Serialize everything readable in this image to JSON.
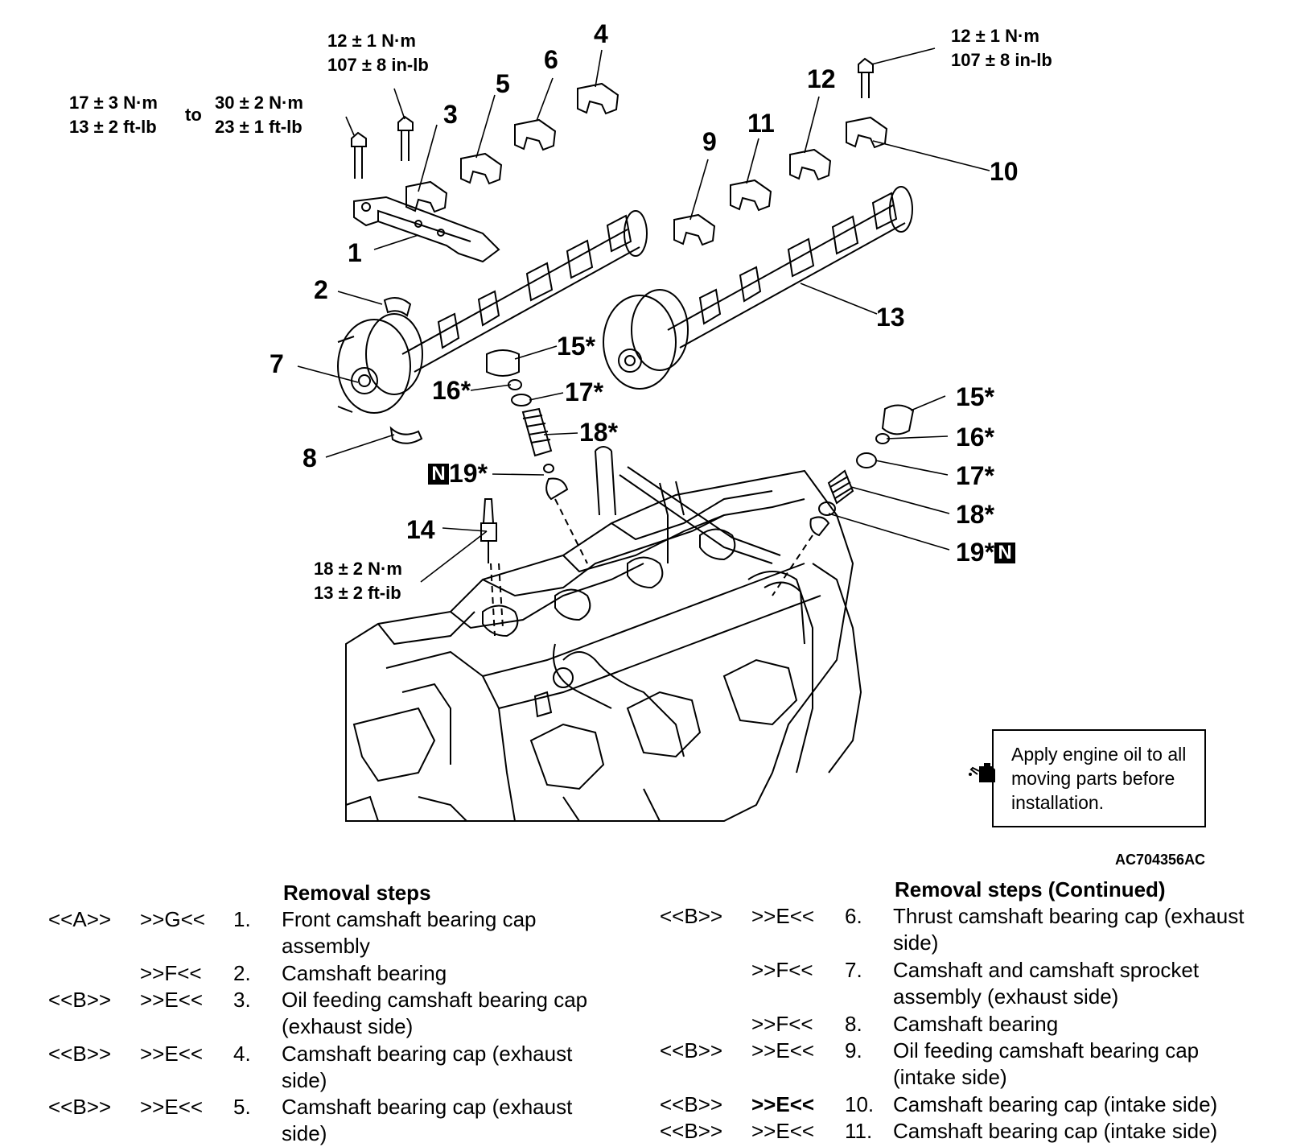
{
  "callouts": {
    "c1": "1",
    "c2": "2",
    "c3": "3",
    "c4": "4",
    "c5": "5",
    "c6": "6",
    "c7": "7",
    "c8": "8",
    "c9": "9",
    "c10": "10",
    "c11": "11",
    "c12": "12",
    "c13": "13",
    "c14": "14",
    "c15a": "15*",
    "c16a": "16*",
    "c17a": "17*",
    "c18a": "18*",
    "c19a": "19*",
    "c15b": "15*",
    "c16b": "16*",
    "c17b": "17*",
    "c18b": "18*",
    "c19b": "19*",
    "new_part_mark": "N"
  },
  "torque": {
    "front_cap_initial": [
      "17 ± 3 N·m",
      "13 ± 2 ft-lb"
    ],
    "to": "to",
    "front_cap_final": [
      "30 ± 2 N·m",
      "23 ± 1 ft-lb"
    ],
    "cap_bolt_exhaust": [
      "12 ± 1 N·m",
      "107 ± 8 in-lb"
    ],
    "cap_bolt_intake": [
      "12 ± 1 N·m",
      "107 ± 8 in-lb"
    ],
    "spark_plug": [
      "18 ± 2 N·m",
      "13 ± 2 ft-ib"
    ]
  },
  "oil_note": {
    "icon": "oil-can-icon",
    "text": "Apply engine oil to all moving parts before installation."
  },
  "figure_code": "AC704356AC",
  "steps_left": {
    "title": "Removal steps",
    "rows": [
      {
        "a": "<<A>>",
        "b": ">>G<<",
        "n": "1.",
        "t": "Front camshaft bearing cap assembly"
      },
      {
        "a": "",
        "b": ">>F<<",
        "n": "2.",
        "t": "Camshaft bearing"
      },
      {
        "a": "<<B>>",
        "b": ">>E<<",
        "n": "3.",
        "t": "Oil feeding camshaft bearing cap (exhaust side)"
      },
      {
        "a": "<<B>>",
        "b": ">>E<<",
        "n": "4.",
        "t": "Camshaft bearing cap (exhaust side)"
      },
      {
        "a": "<<B>>",
        "b": ">>E<<",
        "n": "5.",
        "t": "Camshaft bearing cap (exhaust side)"
      }
    ]
  },
  "steps_right": {
    "title": "Removal steps (Continued)",
    "rows": [
      {
        "a": "<<B>>",
        "b": ">>E<<",
        "n": "6.",
        "t": "Thrust camshaft bearing cap (exhaust side)"
      },
      {
        "a": "",
        "b": ">>F<<",
        "n": "7.",
        "t": "Camshaft and camshaft sprocket assembly (exhaust side)"
      },
      {
        "a": "",
        "b": ">>F<<",
        "n": "8.",
        "t": "Camshaft bearing"
      },
      {
        "a": "<<B>>",
        "b": ">>E<<",
        "n": "9.",
        "t": "Oil feeding camshaft bearing cap (intake side)"
      },
      {
        "a": "<<B>>",
        "b": ">>E<<",
        "n": "10.",
        "t": "Camshaft bearing cap (intake side)"
      },
      {
        "a": "<<B>>",
        "b": ">>E<<",
        "n": "11.",
        "t": "Camshaft bearing cap (intake side)"
      }
    ]
  }
}
